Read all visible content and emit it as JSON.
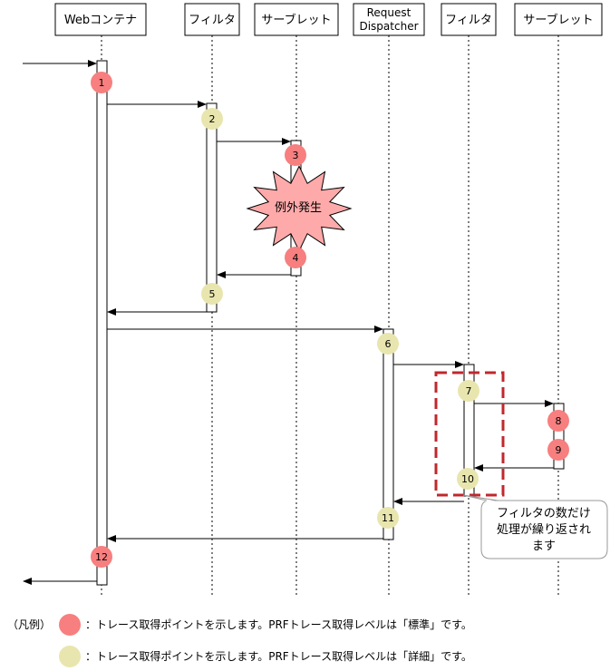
{
  "participants": [
    {
      "id": "web",
      "label": "Webコンテナ"
    },
    {
      "id": "f1",
      "label": "フィルタ"
    },
    {
      "id": "s1",
      "label": "サーブレット"
    },
    {
      "id": "rd",
      "label_line1": "Request",
      "label_line2": "Dispatcher"
    },
    {
      "id": "f2",
      "label": "フィルタ"
    },
    {
      "id": "s2",
      "label": "サーブレット"
    }
  ],
  "trace_points": [
    {
      "number": "1",
      "level": "standard"
    },
    {
      "number": "2",
      "level": "detail"
    },
    {
      "number": "3",
      "level": "standard"
    },
    {
      "number": "4",
      "level": "standard"
    },
    {
      "number": "5",
      "level": "detail"
    },
    {
      "number": "6",
      "level": "detail"
    },
    {
      "number": "7",
      "level": "detail"
    },
    {
      "number": "8",
      "level": "standard"
    },
    {
      "number": "9",
      "level": "standard"
    },
    {
      "number": "10",
      "level": "detail"
    },
    {
      "number": "11",
      "level": "detail"
    },
    {
      "number": "12",
      "level": "standard"
    }
  ],
  "exception_label": "例外発生",
  "callout": {
    "line1": "フィルタの数だけ",
    "line2": "処理が繰り返され",
    "line3": "ます"
  },
  "legend": {
    "title": "（凡例）",
    "standard_text": "：トレース取得ポイントを示します。PRFトレース取得レベルは「標準」です。",
    "detail_text": "：トレース取得ポイントを示します。PRFトレース取得レベルは「詳細」です。"
  },
  "colors": {
    "standard": "#f77f7f",
    "detail": "#e8e6ae",
    "exception_fill": "#ffaaaa",
    "repeat_box": "#c0282d"
  }
}
